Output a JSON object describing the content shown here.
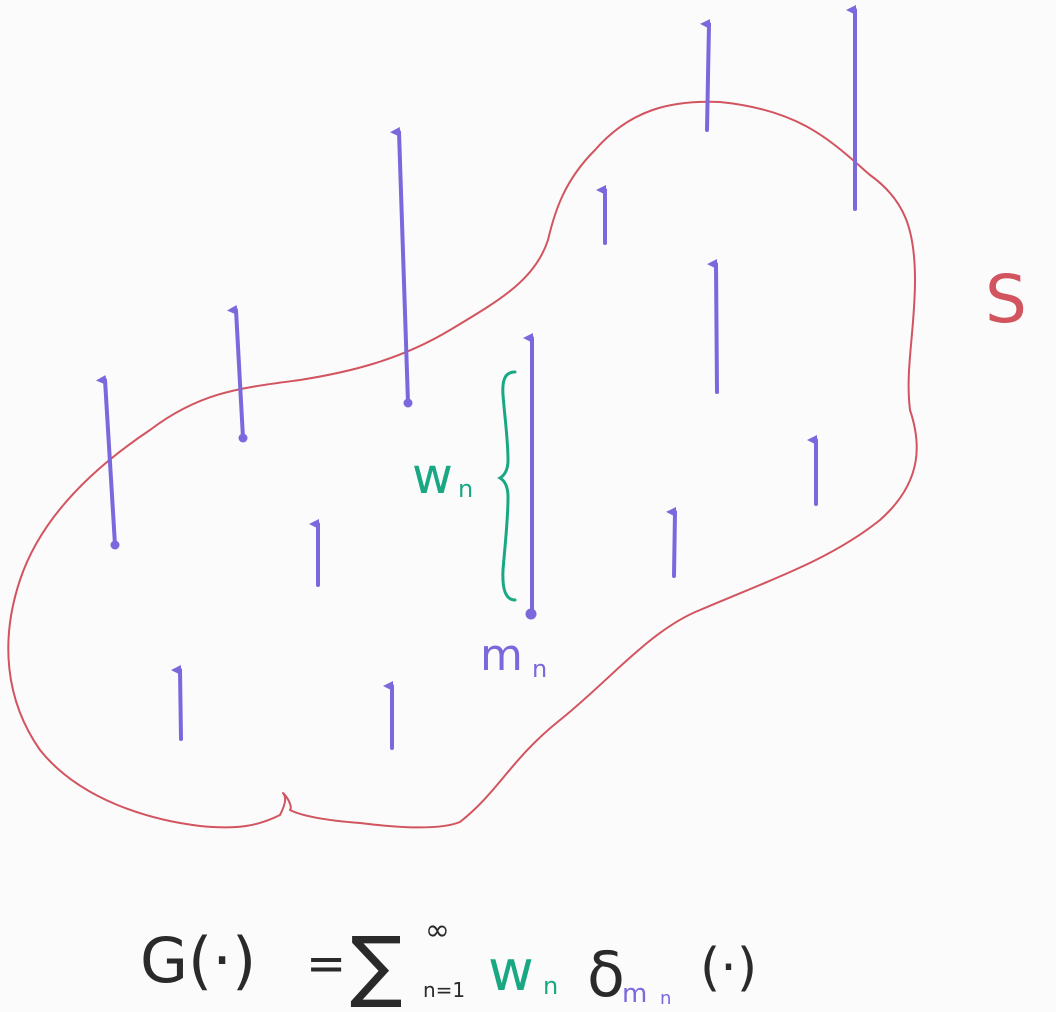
{
  "colors": {
    "background": "#fbfbfc",
    "region": "#d2545f",
    "arrow": "#7a68dc",
    "weight": "#1aa883",
    "formula": "#2a2a2a"
  },
  "region_label": "S",
  "weight_label": {
    "main": "w",
    "sub": "n"
  },
  "atom_label": {
    "main": "m",
    "sub": "n"
  },
  "formula": {
    "lhs": "G(·)",
    "equals": "=",
    "sum": "∑",
    "upper": "∞",
    "lower": "n=1",
    "weight": "w",
    "weight_sub": "n",
    "delta": "δ",
    "delta_sub_main": "m",
    "delta_sub_sub": "n",
    "arg": "(·)"
  }
}
